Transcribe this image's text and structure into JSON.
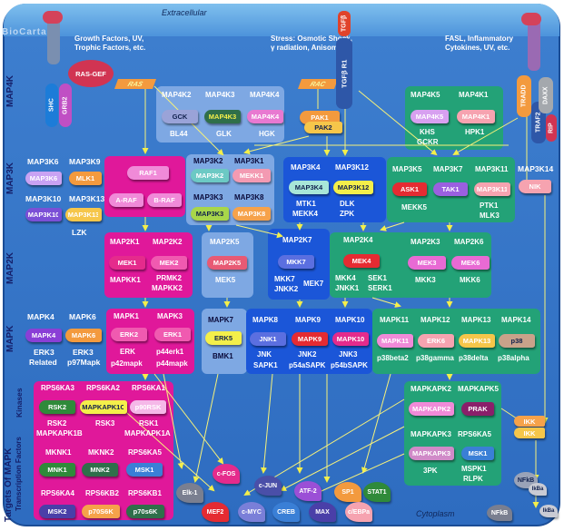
{
  "header": {
    "logo": "BioCarta",
    "extracellular": "Extracellular",
    "cytoplasm": "Cytoplasm",
    "stimuli_1": [
      "Growth Factors, UV,",
      "Trophic Factors, etc."
    ],
    "stimuli_2": [
      "Stress: Osmotic Shock,",
      "γ radiation, Anisomycin"
    ],
    "stimuli_3": [
      "FASL, Inflammatory",
      "Cytokines, UV, etc."
    ]
  },
  "row_labels": {
    "map4k": "MAP4K",
    "map3k": "MAP3K",
    "map2k": "MAP2K",
    "mapk": "MAPK",
    "targets": "Targets Of MAPK",
    "kinases": "Kinases",
    "tf": "Transcription Factors"
  },
  "receptors": {
    "shc": "SHC",
    "grb2": "GRB2",
    "ras_gef": "RAS-GEF",
    "ras": "RAS",
    "rac": "RAC",
    "tgfb": "TGFβ",
    "tgfb_r1": "TGFβ R1",
    "tradd": "TRADD",
    "traf2": "TRAF2",
    "daxx": "DAXX",
    "rip": "RIP"
  },
  "map4k_box_1": {
    "headers": [
      "MAP4K2",
      "MAP4K3",
      "MAP4K4"
    ],
    "pills": [
      "GCK",
      "MAP4K3",
      "MAP4K4"
    ],
    "footers": [
      "BL44",
      "GLK",
      "HGK"
    ]
  },
  "map4k_box_2": {
    "headers": [
      "MAP4K5",
      "MAP4K1"
    ],
    "pills": [
      "MAP4K5",
      "MAP4K1"
    ],
    "footers": [
      "KHS",
      "HPK1",
      "GCKR"
    ]
  },
  "pak": {
    "pak1": "PAK1",
    "pak2": "PAK2"
  },
  "map3k_free": {
    "left_labels": [
      "MAP3K6",
      "MAP3K9",
      "MAP3K10",
      "MAP3K13"
    ],
    "left_pills": [
      "MAP3K6",
      "MLK1",
      "MAP3K10",
      "MAP3K13"
    ],
    "lzk": "LZK",
    "map3k14": "MAP3K14",
    "nik": "NIK"
  },
  "raf_box": {
    "raf1": "RAF1",
    "araf": "A-RAF",
    "braf": "B-RAF"
  },
  "map3k_box_1": {
    "headers": [
      "MAP3K2",
      "MAP3K1",
      "MAP3K3",
      "MAP3K8"
    ],
    "pills": [
      "MAP3K2",
      "MEKK1",
      "MAP3K3",
      "MAP3K8"
    ]
  },
  "map3k_box_2": {
    "headers": [
      "MAP3K4",
      "MAP3K12"
    ],
    "pills": [
      "MAP3K4",
      "MAP3K12"
    ],
    "footers": [
      "MTK1",
      "DLK",
      "MEKK4",
      "ZPK"
    ]
  },
  "map3k_box_3": {
    "headers": [
      "MAP3K5",
      "MAP3K7",
      "MAP3K11"
    ],
    "pills": [
      "ASK1",
      "TAK1",
      "MAP3K11"
    ],
    "footers": [
      "MEKK5",
      "PTK1",
      "MLK3"
    ]
  },
  "map2k": {
    "mek_box": {
      "headers": [
        "MAP2K1",
        "MAP2K2"
      ],
      "pills": [
        "MEK1",
        "MEK2"
      ],
      "footers": [
        "MAPKK1",
        "PRMK2",
        "MAPKK2"
      ]
    },
    "mek5_box": {
      "header": "MAP2K5",
      "pill": "MAP2K5",
      "footer": "MEK5"
    },
    "mkk7_box": {
      "header": "MAP2K7",
      "pill": "MKK7",
      "footers": [
        "MKK7",
        "JNKK2",
        "MEK7"
      ]
    },
    "mek4_box": {
      "header": "MAP2K4",
      "pill": "MEK4",
      "footers": [
        "MKK4",
        "SEK1",
        "JNKK1",
        "SERK1"
      ]
    },
    "mek36_box": {
      "headers": [
        "MAP2K3",
        "MAP2K6"
      ],
      "pills": [
        "MEK3",
        "MEK6"
      ],
      "footers": [
        "MKK3",
        "MKK6"
      ]
    }
  },
  "mapk": {
    "left_labels": [
      "MAPK4",
      "MAPK6"
    ],
    "left_pills": [
      "MAPK4",
      "MAPK6"
    ],
    "left_footers": [
      "ERK3",
      "Related",
      "ERK3",
      "p97Mapk"
    ],
    "erk_box": {
      "headers": [
        "MAPK1",
        "MAPK3"
      ],
      "pills": [
        "ERK2",
        "ERK1"
      ],
      "footers": [
        "ERK",
        "p44erk1",
        "p42mapk",
        "p44mapk"
      ]
    },
    "erk5_box": {
      "header": "MAPK7",
      "pill": "ERK5",
      "footer": "BMK1"
    },
    "jnk_box": {
      "headers": [
        "MAPK8",
        "MAPK9",
        "MAPK10"
      ],
      "pills": [
        "JNK1",
        "MAPK9",
        "MAPK10"
      ],
      "footers": [
        "JNK",
        "JNK2",
        "JNK3",
        "SAPK1",
        "p54aSAPK",
        "p54bSAPK"
      ]
    },
    "p38_box": {
      "headers": [
        "MAPK11",
        "MAPK12",
        "MAPK13",
        "MAPK14"
      ],
      "pills": [
        "MAPK11",
        "ERK6",
        "MAPK13",
        "p38"
      ],
      "footers": [
        "p38beta2",
        "p38gamma",
        "p38delta",
        "p38alpha"
      ]
    }
  },
  "targets": {
    "kin_box": {
      "headers": [
        "RPS6KA3",
        "RPS6KA2",
        "RPS6KA1"
      ],
      "pills": [
        "RSK2",
        "MAPKAPK1C",
        "p90RSK"
      ],
      "footers": [
        "RSK2",
        "RSK3",
        "RSK1",
        "MAPKAPK1B",
        "MAPKAPK1A"
      ],
      "headers_2": [
        "MKNK1",
        "MKNK2",
        "RPS6KA5"
      ],
      "pills_2": [
        "MNK1",
        "MNK2",
        "MSK1"
      ],
      "headers_3": [
        "RPS6KA4",
        "RPS6KB2",
        "RPS6KB1"
      ],
      "pills_3": [
        "MSK2",
        "p70S6K",
        "p70s6K"
      ]
    },
    "mapkapk_box": {
      "headers": [
        "MAPKAPK2",
        "MAPKAPK5"
      ],
      "pills": [
        "MAPKAPK2",
        "PRAK"
      ],
      "headers_2": [
        "MAPKAPK3",
        "RPS6KA5"
      ],
      "pills_2": [
        "MAPKAPK3",
        "MSK1"
      ],
      "footers": [
        "3PK",
        "MSPK1",
        "RLPK"
      ]
    },
    "ikk": [
      "IKK",
      "IKK"
    ],
    "nfkb": [
      "NFkB",
      "IkBa",
      "NFkB",
      "IkBa"
    ],
    "tfs": [
      "Elk-1",
      "c-FOS",
      "c-JUN",
      "ATF-2",
      "SP1",
      "STAT1",
      "MEF2",
      "c-MYC",
      "CREB",
      "MAX",
      "c/EBPa"
    ]
  },
  "colors": {
    "cell": "#3a78c9",
    "magenta": "#e0189a",
    "green": "#23a277",
    "light_blue": "#7ea8e3",
    "dark_blue": "#1b56d8",
    "arrow": "#f4ef4a",
    "line": "#f7f27a"
  }
}
